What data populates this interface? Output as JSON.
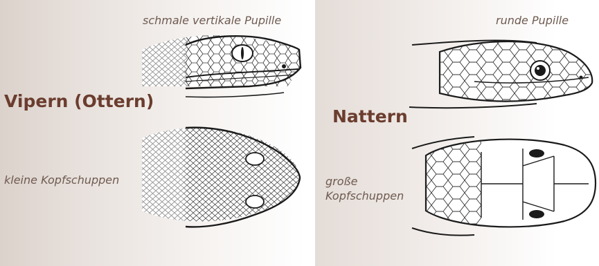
{
  "vipers": {
    "title": "Vipern (Ottern)",
    "pupil_caption": "schmale vertikale Pupille",
    "scales_caption": "kleine Kopfschuppen"
  },
  "colubrids": {
    "title": "Nattern",
    "pupil_caption": "runde Pupille",
    "scales_caption_line1": "große",
    "scales_caption_line2": "Kopfschuppen"
  },
  "colors": {
    "title": "#6b3d2e",
    "caption": "#6e5a50",
    "panel_shade": "#dcd2cc",
    "ink": "#1a1a1a"
  }
}
